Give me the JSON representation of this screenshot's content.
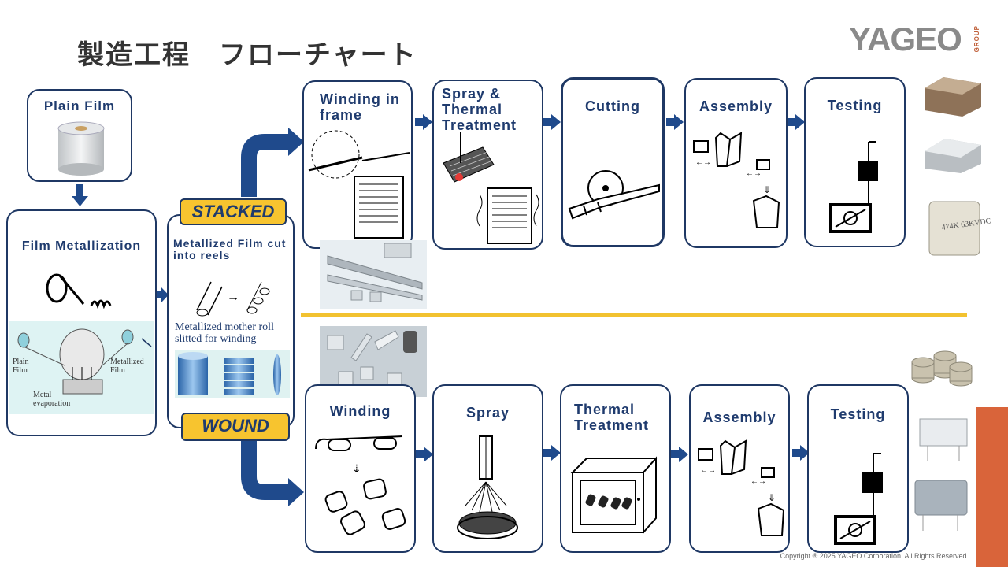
{
  "page": {
    "title": "製造工程　フローチャート",
    "logo": "YAGEO",
    "logo_group": "GROUP",
    "copyright": "Copyright ® 2025 YAGEO Corporation. All Rights Reserved."
  },
  "left": {
    "plain_film": "Plain Film",
    "film_metallization": "Film Metallization",
    "metallization_labels": {
      "plain_film": "Plain Film",
      "metallized_film": "Metallized Film",
      "metal_evaporation": "Metal evaporation"
    },
    "metallized_film_title": "Metallized Film cut into reels",
    "mother_roll_caption": "Metallized mother roll slitted for winding"
  },
  "branches": {
    "stacked": "STACKED",
    "wound": "WOUND"
  },
  "stacked_steps": [
    {
      "label": "Winding in frame"
    },
    {
      "label": "Spray & Thermal Treatment"
    },
    {
      "label": "Cutting"
    },
    {
      "label": "Assembly"
    },
    {
      "label": "Testing"
    }
  ],
  "wound_steps": [
    {
      "label": "Winding"
    },
    {
      "label": "Spray"
    },
    {
      "label": "Thermal Treatment"
    },
    {
      "label": "Assembly"
    },
    {
      "label": "Testing"
    }
  ],
  "device_label": "474K 63KVDC",
  "colors": {
    "box_border": "#1f3864",
    "title_blue": "#1f3b6e",
    "tag_yellow": "#f7c42f",
    "divider_yellow": "#f2c230",
    "accent_orange": "#d9643a",
    "arrow_blue": "#1f4a8c"
  }
}
